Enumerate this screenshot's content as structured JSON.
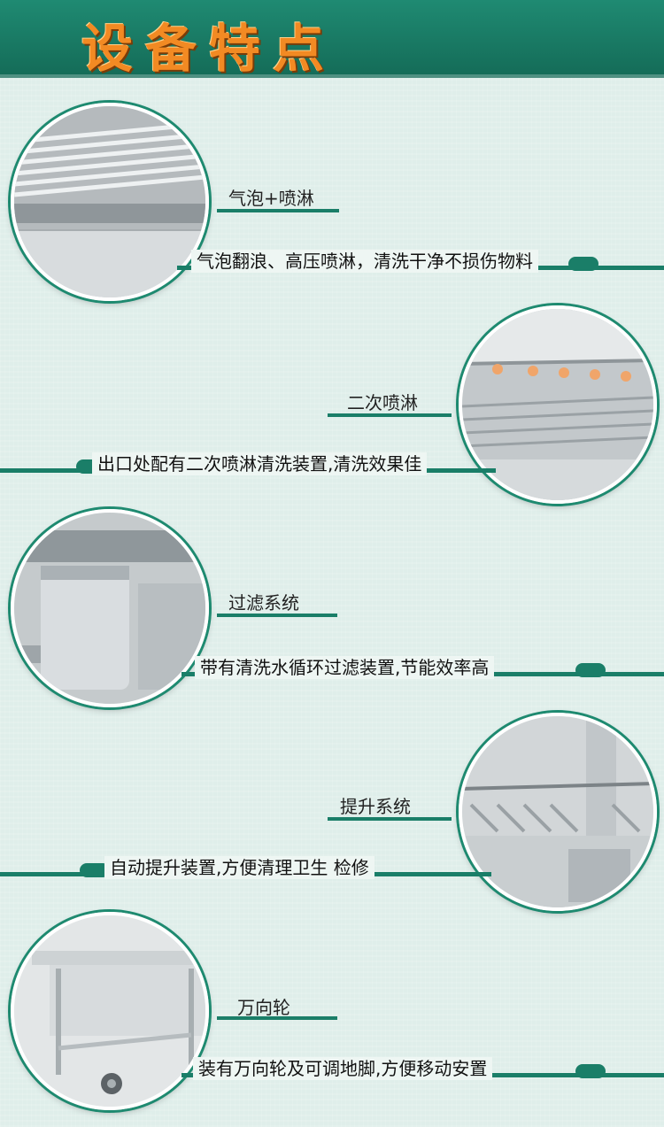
{
  "header": {
    "title": "设备特点"
  },
  "features": [
    {
      "title": "气泡+喷淋",
      "desc": "气泡翻浪、高压喷淋，清洗干净不损伤物料"
    },
    {
      "title": "二次喷淋",
      "desc": "出口处配有二次喷淋清洗装置,清洗效果佳"
    },
    {
      "title": "过滤系统",
      "desc": "带有清洗水循环过滤装置,节能效率高"
    },
    {
      "title": "提升系统",
      "desc": "自动提升装置,方便清理卫生 检修"
    },
    {
      "title": "万向轮",
      "desc": "装有万向轮及可调地脚,方便移动安置"
    }
  ],
  "colors": {
    "accent": "#1a7e68",
    "title": "#f28a23",
    "background": "#dfeeea"
  }
}
